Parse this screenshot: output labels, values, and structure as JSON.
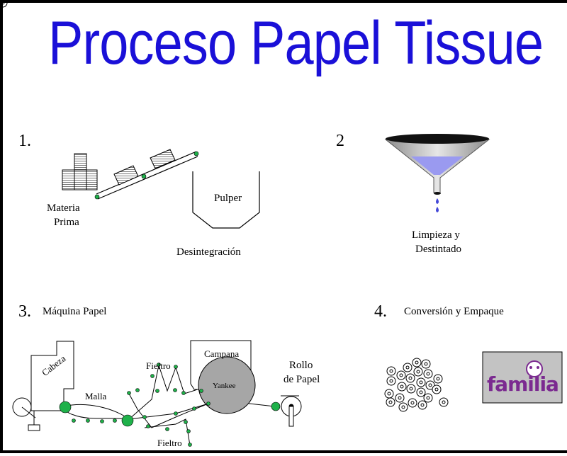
{
  "title": "Proceso Papel Tissue",
  "steps": {
    "s1": {
      "num": "1.",
      "materia": [
        "Materia",
        "Prima"
      ],
      "pulper": "Pulper",
      "caption": "Desintegración"
    },
    "s2": {
      "num": "2",
      "caption": [
        "Limpieza y",
        "Destintado"
      ]
    },
    "s3": {
      "num": "3.",
      "caption": "Máquina Papel",
      "cabeza": "Cabeza",
      "malla": "Malla",
      "fieltro_top": "Fieltro",
      "fieltro_bottom": "Fieltro",
      "campana": "Campana",
      "yankee": "Yankee",
      "rollo": [
        "Rollo",
        "de Papel"
      ]
    },
    "s4": {
      "num": "4.",
      "caption": "Conversión y Empaque",
      "logo": "familia"
    }
  },
  "colors": {
    "title": "#1a10d8",
    "roller": "#1fb14a",
    "yankee": "#a6a6a6",
    "funnel": "#bfbfbf",
    "water": "#9a9af0",
    "drop": "#4448d8"
  }
}
